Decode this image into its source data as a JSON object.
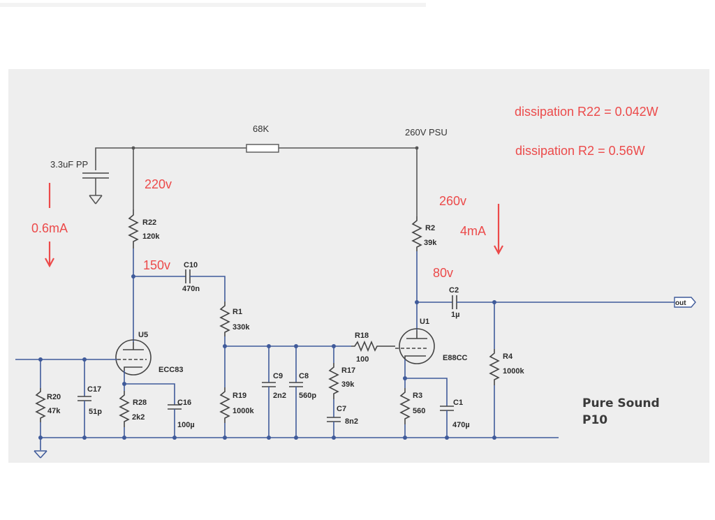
{
  "schematic": {
    "rail_resistor": "68K",
    "psu_label": "260V PSU",
    "bypass_cap": "3.3uF PP",
    "out_port": "out",
    "components": {
      "R22": {
        "ref": "R22",
        "value": "120k"
      },
      "R2": {
        "ref": "R2",
        "value": "39k"
      },
      "C10": {
        "ref": "C10",
        "value": "470n"
      },
      "C2": {
        "ref": "C2",
        "value": "1µ"
      },
      "R1": {
        "ref": "R1",
        "value": "330k"
      },
      "R18": {
        "ref": "R18",
        "value": "100"
      },
      "U5": {
        "ref": "U5",
        "value": "ECC83"
      },
      "U1": {
        "ref": "U1",
        "value": "E88CC"
      },
      "R4": {
        "ref": "R4",
        "value": "1000k"
      },
      "R20": {
        "ref": "R20",
        "value": "47k"
      },
      "C17": {
        "ref": "C17",
        "value": "51p"
      },
      "R28": {
        "ref": "R28",
        "value": "2k2"
      },
      "C16": {
        "ref": "C16",
        "value": "100µ"
      },
      "R19": {
        "ref": "R19",
        "value": "1000k"
      },
      "C9": {
        "ref": "C9",
        "value": "2n2"
      },
      "C8": {
        "ref": "C8",
        "value": "560p"
      },
      "R17": {
        "ref": "R17",
        "value": "39k"
      },
      "C7": {
        "ref": "C7",
        "value": "8n2"
      },
      "R3": {
        "ref": "R3",
        "value": "560"
      },
      "C1": {
        "ref": "C1",
        "value": "470µ"
      }
    }
  },
  "annotations": {
    "dissipation_r22": "dissipation R22 = 0.042W",
    "dissipation_r2": "dissipation R2 = 0.56W",
    "v_220": "220v",
    "v_150": "150v",
    "v_260": "260v",
    "v_80": "80v",
    "i_left": "0.6mA",
    "i_right": "4mA",
    "color": "#ec4a4a"
  },
  "branding": {
    "line1": "Pure Sound",
    "line2": "P10"
  },
  "colors": {
    "paper": "#eeeeee",
    "wire": "#3f5a9a",
    "annotation": "#ec4a4a"
  }
}
